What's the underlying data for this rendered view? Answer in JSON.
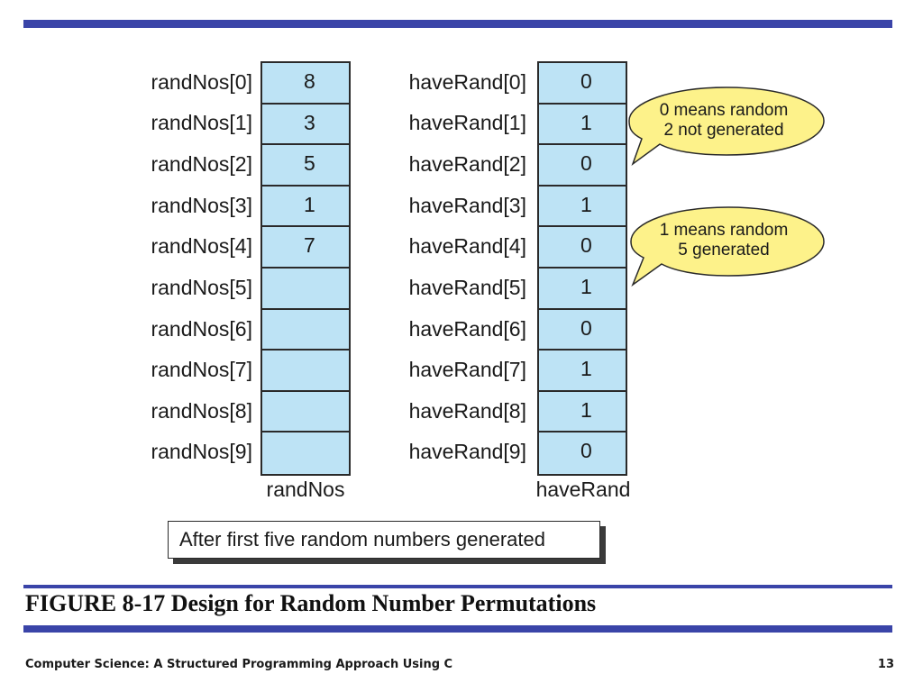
{
  "randNos": {
    "labels": [
      "randNos[0]",
      "randNos[1]",
      "randNos[2]",
      "randNos[3]",
      "randNos[4]",
      "randNos[5]",
      "randNos[6]",
      "randNos[7]",
      "randNos[8]",
      "randNos[9]"
    ],
    "values": [
      "8",
      "3",
      "5",
      "1",
      "7",
      "",
      "",
      "",
      "",
      ""
    ],
    "caption": "randNos"
  },
  "haveRand": {
    "labels": [
      "haveRand[0]",
      "haveRand[1]",
      "haveRand[2]",
      "haveRand[3]",
      "haveRand[4]",
      "haveRand[5]",
      "haveRand[6]",
      "haveRand[7]",
      "haveRand[8]",
      "haveRand[9]"
    ],
    "values": [
      "0",
      "1",
      "0",
      "1",
      "0",
      "1",
      "0",
      "1",
      "1",
      "0"
    ],
    "caption": "haveRand"
  },
  "callouts": [
    {
      "text": "0 means random\n2 not generated"
    },
    {
      "text": "1 means random\n5 generated"
    }
  ],
  "note": "After first five random numbers generated",
  "figure_title": "FIGURE 8-17  Design for Random Number Permutations",
  "footer": {
    "course": "Computer Science: A Structured Programming Approach Using C",
    "page": "13"
  },
  "colors": {
    "accent_bar": "#3a44a8",
    "cell_fill": "#bde3f5",
    "callout_fill": "#fdf28a"
  }
}
